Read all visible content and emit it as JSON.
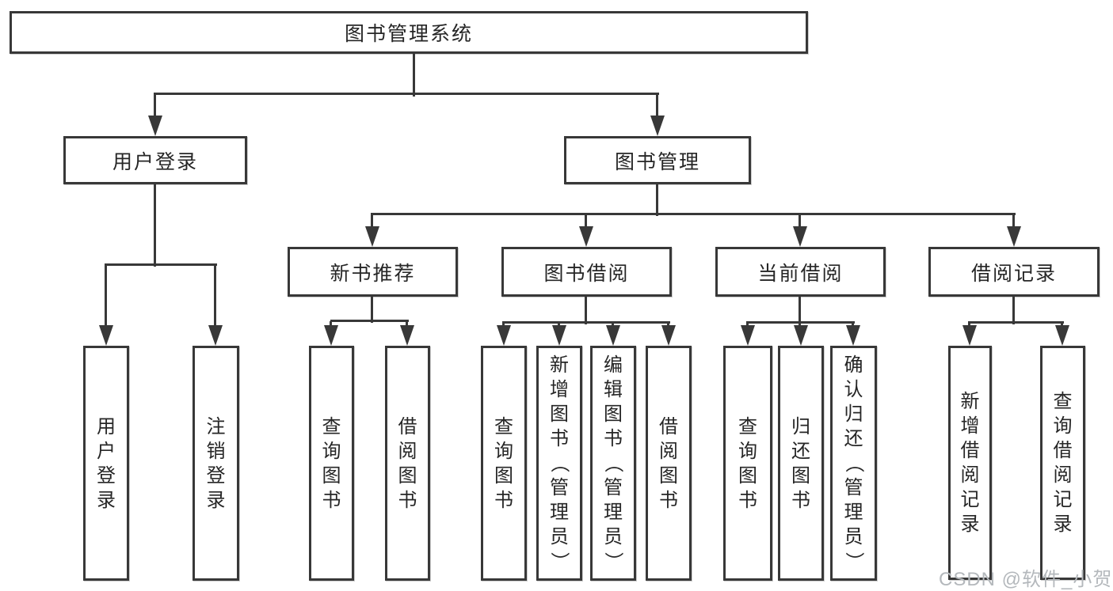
{
  "diagram": {
    "root": {
      "label": "图书管理系统"
    },
    "level2": [
      {
        "label": "用户登录"
      },
      {
        "label": "图书管理"
      }
    ],
    "level3": [
      {
        "label": "新书推荐"
      },
      {
        "label": "图书借阅"
      },
      {
        "label": "当前借阅"
      },
      {
        "label": "借阅记录"
      }
    ],
    "leaves": {
      "user_login": [
        "用户登录",
        "注销登录"
      ],
      "new_books": [
        "查询图书",
        "借阅图书"
      ],
      "book_borrow": [
        "查询图书",
        "新增图书（管理员）",
        "编辑图书（管理员）",
        "借阅图书"
      ],
      "current_borrow": [
        "查询图书",
        "归还图书",
        "确认归还（管理员）"
      ],
      "borrow_records": [
        "新增借阅记录",
        "查询借阅记录"
      ]
    }
  },
  "watermark": {
    "text": "CSDN @软件_小贺同学",
    "color": "#b4b8bc"
  },
  "colors": {
    "line": "#383838",
    "text": "#262626",
    "box_background": "#ffffff"
  }
}
